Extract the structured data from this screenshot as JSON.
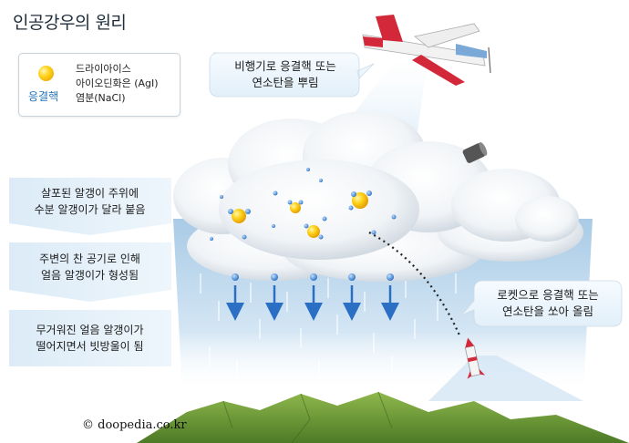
{
  "title": "인공강우의 원리",
  "legend": {
    "label": "응결핵",
    "items": [
      "드라이아이스",
      "아이오딘화은 (AgI)",
      "염분(NaCl)"
    ]
  },
  "steps": [
    {
      "line1": "살포된 알갱이 주위에",
      "line2": "수분 알갱이가 달라 붙음"
    },
    {
      "line1": "주변의 찬 공기로 인해",
      "line2": "얼음 알갱이가 형성됨"
    },
    {
      "line1": "무거워진 얼음 알갱이가",
      "line2": "떨어지면서 빗방울이 됨"
    }
  ],
  "callouts": {
    "airplane": {
      "line1": "비행기로 응결핵 또는",
      "line2": "연소탄을 뿌림"
    },
    "rocket": {
      "line1": "로켓으로 응결핵 또는",
      "line2": "연소탄을 쏘아 올림"
    }
  },
  "credit": "© doopedia.co.kr",
  "colors": {
    "title": "#1f2d3a",
    "legend_label": "#1f6fb8",
    "nucleus": "#ffd21a",
    "droplet": "#3a86d8",
    "arrow": "#2a6fc4",
    "mountain": "#6e9a35",
    "plane_red": "#d2283a"
  }
}
